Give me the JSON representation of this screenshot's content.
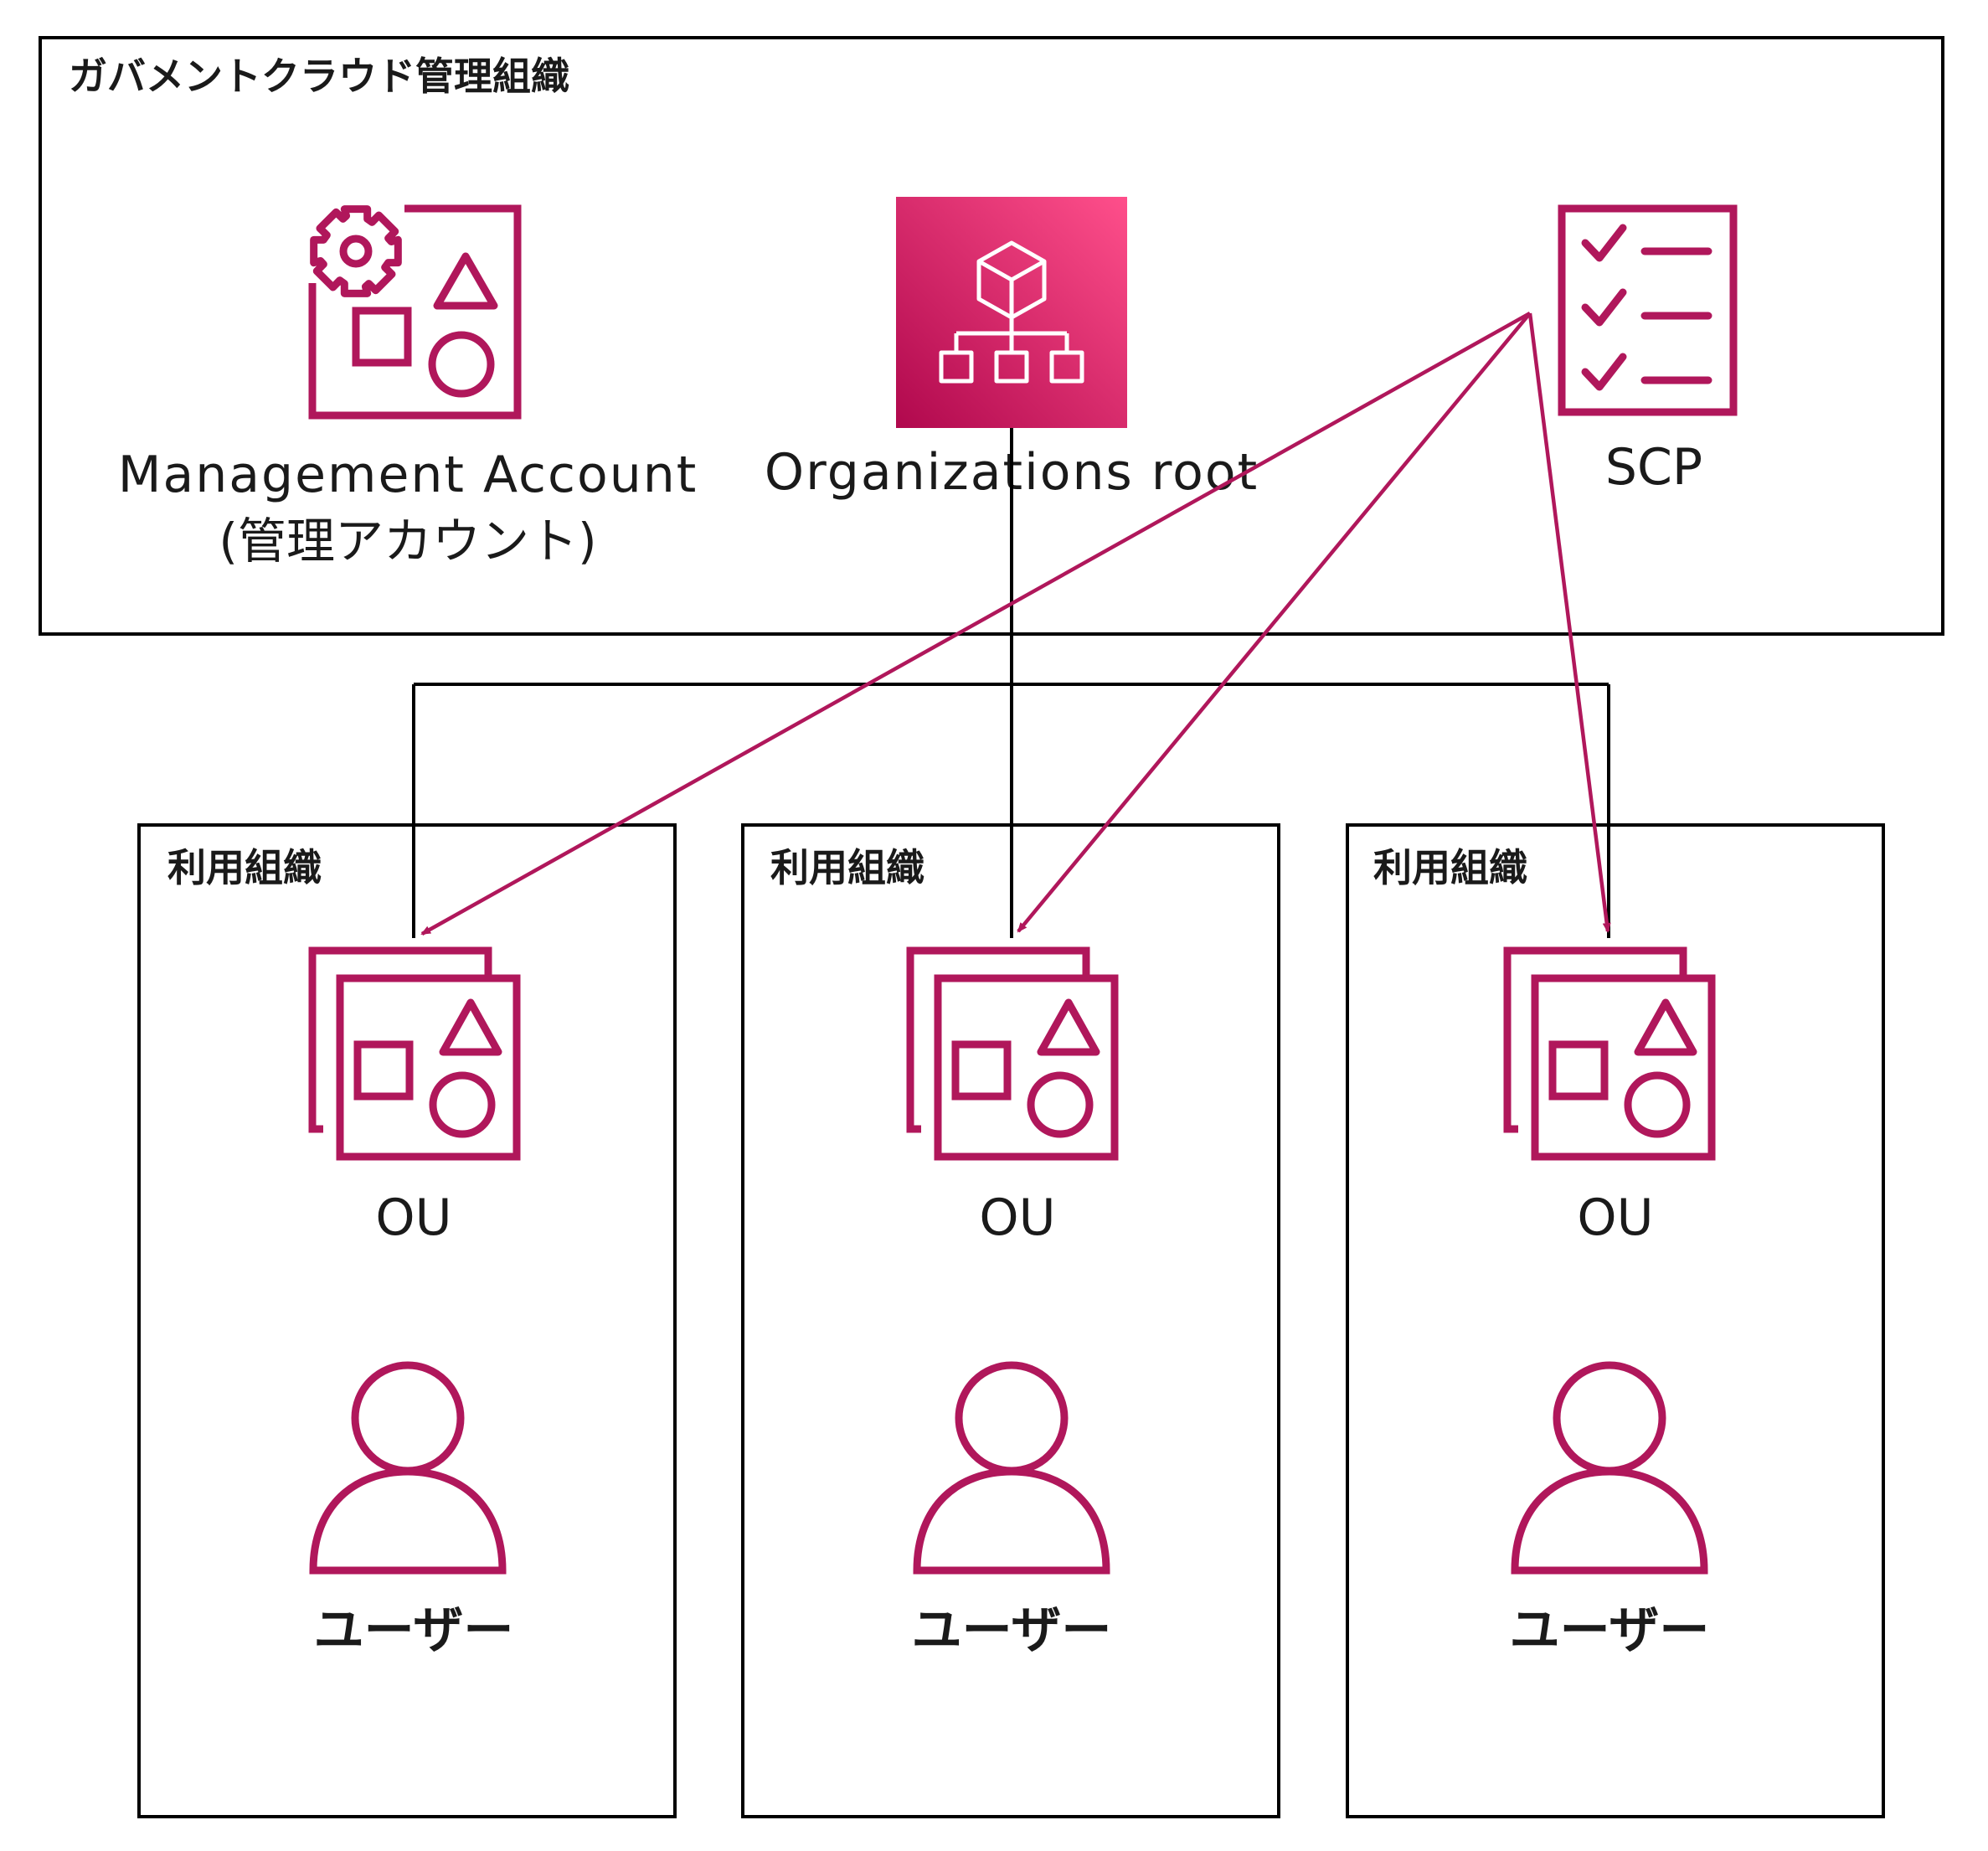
{
  "management_org": {
    "title": "ガバメントクラウド管理組織",
    "management_account": {
      "label_line1": "Management Account",
      "label_line2": "(管理アカウント)"
    },
    "organizations_root": {
      "label": "Organizations root"
    },
    "scp": {
      "label": "SCP"
    }
  },
  "member_orgs": [
    {
      "title": "利用組織",
      "ou_label": "OU",
      "user_label": "ユーザー"
    },
    {
      "title": "利用組織",
      "ou_label": "OU",
      "user_label": "ユーザー"
    },
    {
      "title": "利用組織",
      "ou_label": "OU",
      "user_label": "ユーザー"
    }
  ],
  "colors": {
    "icon_accent": "#b0175b",
    "root_gradient_start": "#b0084d",
    "root_gradient_end": "#ff4f8b",
    "connector": "#000000",
    "policy_arrow": "#b0175b"
  }
}
